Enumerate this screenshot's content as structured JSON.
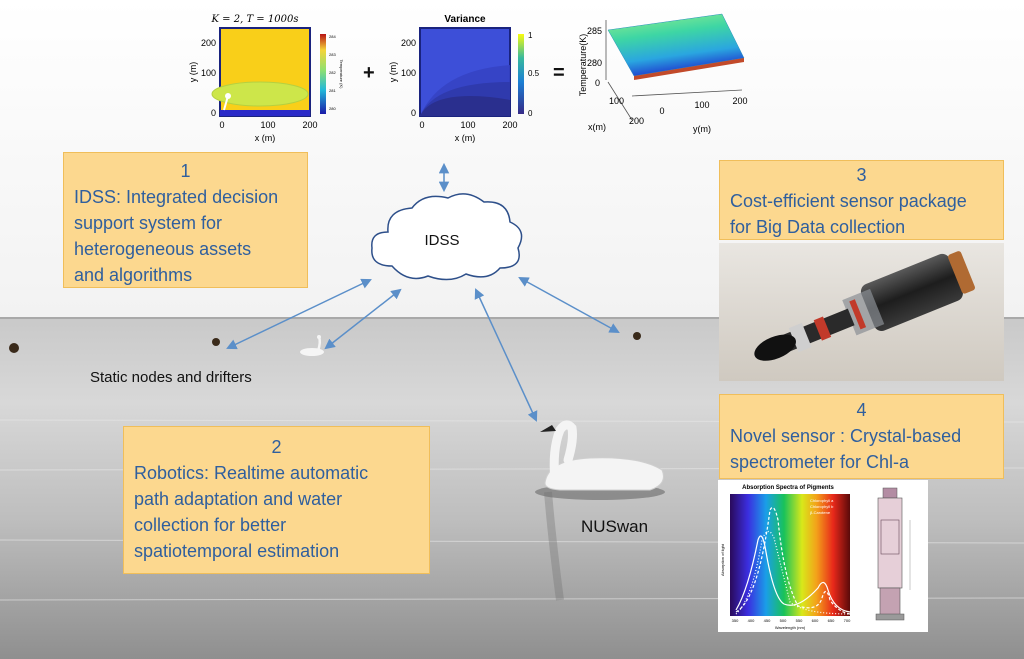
{
  "plots": {
    "left": {
      "title": "K = 2, T = 1000s",
      "y_label": "y (m)",
      "x_label": "x (m)",
      "x_ticks": [
        "0",
        "100",
        "200"
      ],
      "y_ticks": [
        "200",
        "100",
        "0"
      ],
      "colorbar_label": "Temperature (K)",
      "colorbar_ticks": [
        "284",
        "283",
        "282",
        "281",
        "280"
      ]
    },
    "middle": {
      "title": "Variance",
      "y_label": "y (m)",
      "x_label": "x (m)",
      "x_ticks": [
        "0",
        "100",
        "200"
      ],
      "y_ticks": [
        "200",
        "100",
        "0"
      ],
      "colorbar_ticks": [
        "1",
        "0.5",
        "0"
      ]
    },
    "right": {
      "z_label": "Temperature(K)",
      "z_ticks": [
        "285",
        "280"
      ],
      "x_label": "x(m)",
      "x_ticks": [
        "200",
        "100",
        "0"
      ],
      "y_label": "y(m)",
      "y_ticks": [
        "0",
        "100",
        "200"
      ]
    },
    "plus": "+",
    "equals": "="
  },
  "cloud_label": "IDSS",
  "boxes": [
    {
      "num": "1",
      "text": "IDSS: Integrated decision\nsupport system  for\nheterogeneous assets\nand algorithms"
    },
    {
      "num": "2",
      "text": "Robotics: Realtime automatic\npath adaptation and water\ncollection for better\nspatiotemporal estimation"
    },
    {
      "num": "3",
      "text": "Cost-efficient sensor package\nfor Big Data collection"
    },
    {
      "num": "4",
      "text": "Novel sensor : Crystal-based\nspectrometer for Chl-a"
    }
  ],
  "labels": {
    "static_nodes": "Static nodes and drifters",
    "nuswan": "NUSwan"
  },
  "spectra": {
    "title": "Absorption Spectra of Pigments",
    "legend": [
      "Chlorophyll a",
      "Chlorophyll b",
      "β-Carotene"
    ],
    "x_label": "Wavelength (nm)",
    "y_label": "Absorption of light",
    "x_ticks": [
      "350",
      "400",
      "450",
      "500",
      "550",
      "600",
      "650",
      "700"
    ]
  },
  "colors": {
    "box_fill": "#fcd88f",
    "box_text": "#2f5f9e",
    "arrow": "#5b8fc9"
  }
}
